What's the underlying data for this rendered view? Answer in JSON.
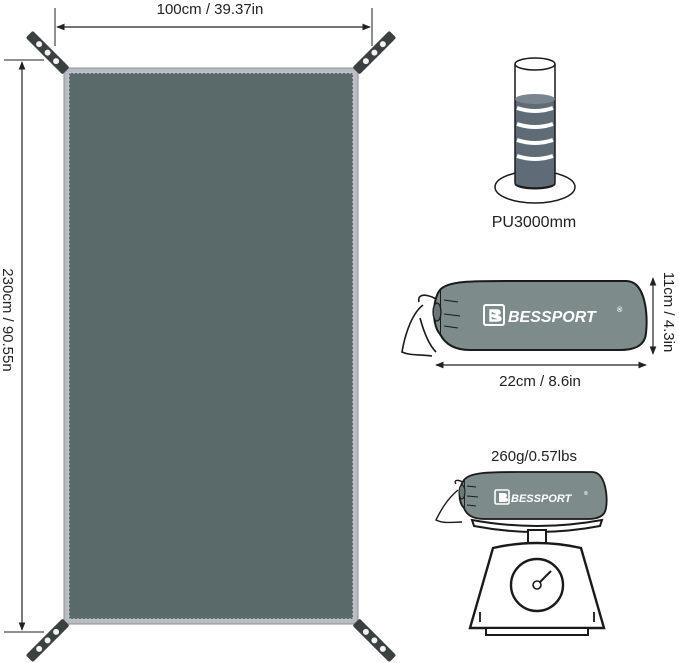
{
  "dimensions": {
    "width_label": "100cm / 39.37in",
    "length_label": "230cm / 90.55n"
  },
  "waterproof": {
    "rating_label": "PU3000mm",
    "icon": "water-column-icon"
  },
  "stuff_sack": {
    "brand": "BESSPORT",
    "registered_mark": "®",
    "height_label": "11cm / 4.3in",
    "length_label": "22cm / 8.6in"
  },
  "weight": {
    "label": "260g/0.57lbs",
    "icon": "kitchen-scale-icon"
  },
  "colors": {
    "mat_fill": "#5a6969",
    "mat_border": "#b9bcc4",
    "sack_fill": "#7d8b8b",
    "outline": "#1a1a1a",
    "water": "#5f6b76"
  }
}
